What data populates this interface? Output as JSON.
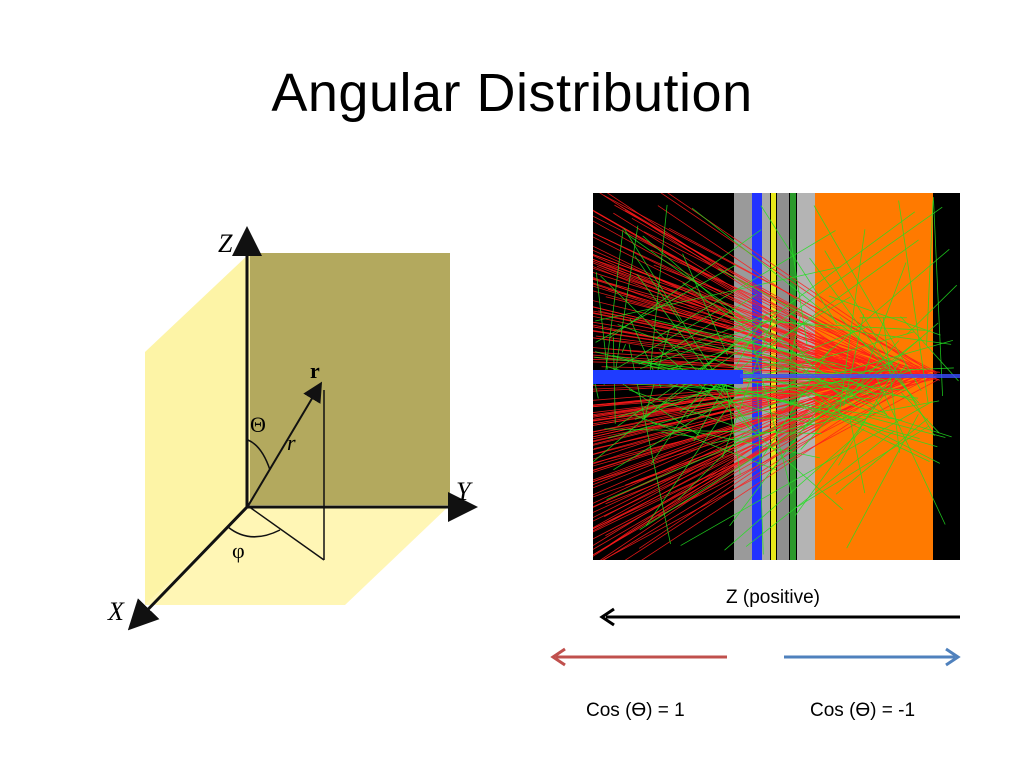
{
  "slide": {
    "title": "Angular Distribution"
  },
  "coordinate_diagram": {
    "axis_labels": {
      "z": "Z",
      "y": "Y",
      "x": "X"
    },
    "vector_bold_label": "r",
    "vector_length_label": "r",
    "theta_label": "Θ",
    "phi_label": "φ",
    "colors": {
      "back_plane": "#b3a95e",
      "side_plane": "#fdf4a6",
      "floor_plane": "#fff7b8",
      "lines": "#111111"
    }
  },
  "simulation_image": {
    "colors": {
      "background": "#000000",
      "beam": "#1f3cff",
      "red_tracks": "#ff1a1a",
      "green_tracks": "#21e021",
      "orange_block": "#ff7a00",
      "gray_layers": "#9a9a9a",
      "yellow_layer": "#e8e81a",
      "blue_layer": "#2233ff"
    }
  },
  "legend": {
    "z_label": "Z (positive)",
    "cos_pos_label": "Cos (ϴ) = 1",
    "cos_neg_label": "Cos (ϴ) = -1",
    "colors": {
      "z_arrow": "#000000",
      "pos_arrow": "#c0504d",
      "neg_arrow": "#4f81bd"
    }
  }
}
